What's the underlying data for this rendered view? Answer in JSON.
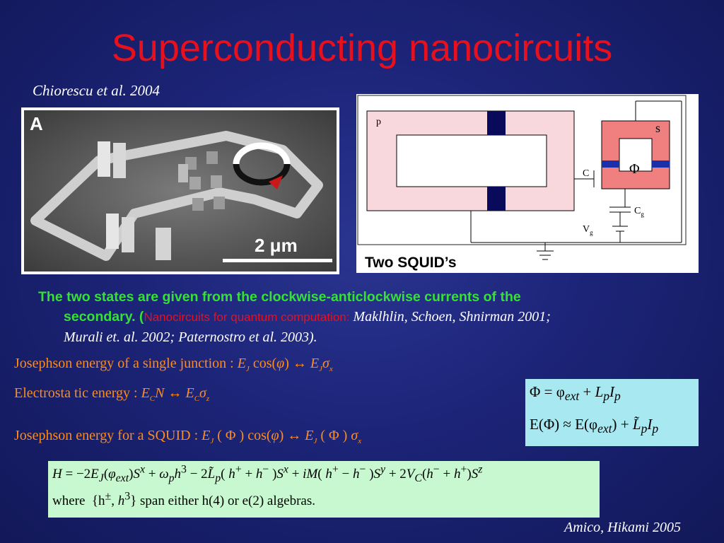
{
  "slide": {
    "title": "Superconducting nanocircuits",
    "cite_top": "Chiorescu et al. 2004",
    "image_label": "A",
    "scale_label": "2 μm",
    "schematic": {
      "label_p": "p",
      "label_s": "s",
      "label_c": "C",
      "label_cg": "C",
      "label_cg_sub": "g",
      "label_vg": "V",
      "label_vg_sub": "g",
      "label_phi": "Φ",
      "caption": "Two SQUID’s"
    },
    "states_text": "The two states are given from the clockwise-anticlockwise currents of the",
    "states_text2": "secondary. (",
    "states_red": "Nanocircuits for quantum computation:",
    "states_cite1": " Maklhlin, Schoen, Shnirman 2001;",
    "states_cite2": "Murali et. al. 2002; Paternostro et al. 2003).",
    "eq1_label": "Josephson  energy  of  a single   junction  : ",
    "eq2_label": "Electrosta tic  energy : ",
    "eq3_label": "Josephson  energy   for  a SQUID : ",
    "phi_eq1": "Φ = φ",
    "phi_eq2": "E(Φ) ≈ E(φ",
    "ham_where": "where",
    "ham_span": "span  either h(4) or e(2) algebras.",
    "cite_bottom": "Amico, Hikami 2005"
  }
}
